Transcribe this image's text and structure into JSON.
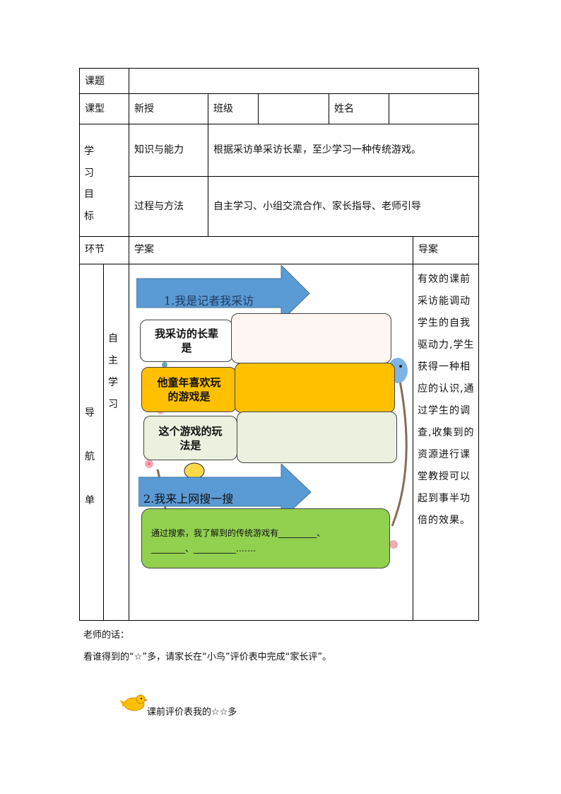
{
  "table": {
    "row_topic_label": "课题",
    "row_topic_value": "",
    "row_type_label": "课型",
    "type_value": "新授",
    "class_label": "班级",
    "class_value": "",
    "name_label": "姓名",
    "name_value": "",
    "goals_label_chars": [
      "学",
      "习",
      "目",
      "标"
    ],
    "goal1_label": "知识与能力",
    "goal1_text": "根据采访单采访长辈，至少学习一种传统游戏。",
    "goal2_label": "过程与方法",
    "goal2_text": "自主学习、小组交流合作、家长指导、老师引导",
    "section_label": "环节",
    "plan_label": "学案",
    "guide_label": "导案",
    "nav_chars": [
      "导",
      "航",
      "单"
    ],
    "self_study_chars": [
      "自",
      "主",
      "学",
      "习"
    ],
    "guide_text_lines": [
      "有效的课前",
      "采访能调动",
      "学生的自我",
      "驱动力,学生",
      "获得一种相",
      "应的认识,通",
      "过学生的调",
      "查,收集到的",
      "资源进行课",
      "堂教授可以",
      "起到事半功",
      "倍的效果。"
    ]
  },
  "worksheet": {
    "arrow1_text": "1.我是记者我采访",
    "q1_label": "我采访的长辈是",
    "q2_label": "他童年喜欢玩的游戏是",
    "q3_label": "这个游戏的玩法是",
    "arrow2_text": "2.我来上网搜一搜",
    "search_line1": "通过搜索，我了解到的传统游戏有_________、",
    "search_line2": "________、__________……."
  },
  "footer": {
    "teacher_words_label": "老师的话：",
    "teacher_words_text": "看谁得到的“☆”多，请家长在“小鸟”评价表中完成“家长评”。",
    "eval_text": "课前评价表我的☆☆多"
  },
  "colors": {
    "arrow_blue": "#5b9bd5",
    "box1_fill": "#fdf6f3",
    "box2_fill": "#ffc000",
    "box3_fill": "#ebf1de",
    "box4_fill": "#92d050"
  }
}
